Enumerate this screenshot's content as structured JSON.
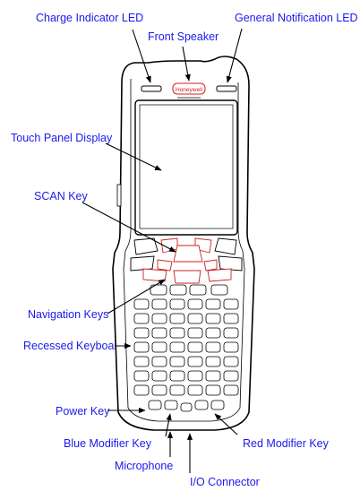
{
  "callouts": {
    "charge_led": "Charge Indicator LED",
    "general_led": "General Notification LED",
    "front_speaker": "Front Speaker",
    "touch_panel": "Touch Panel Display",
    "scan_key": "SCAN Key",
    "navigation_keys": "Navigation Keys",
    "recessed_keyboard": "Recessed Keyboard",
    "power_key": "Power Key",
    "blue_modifier": "Blue Modifier Key",
    "red_modifier": "Red Modifier Key",
    "microphone": "Microphone",
    "io_connector": "I/O Connector"
  },
  "device": {
    "brand": "Honeywell"
  },
  "colors": {
    "label": "#1a1aee",
    "line": "#000000",
    "device_fill": "#ffffff",
    "red_accent": "#cc2222"
  }
}
